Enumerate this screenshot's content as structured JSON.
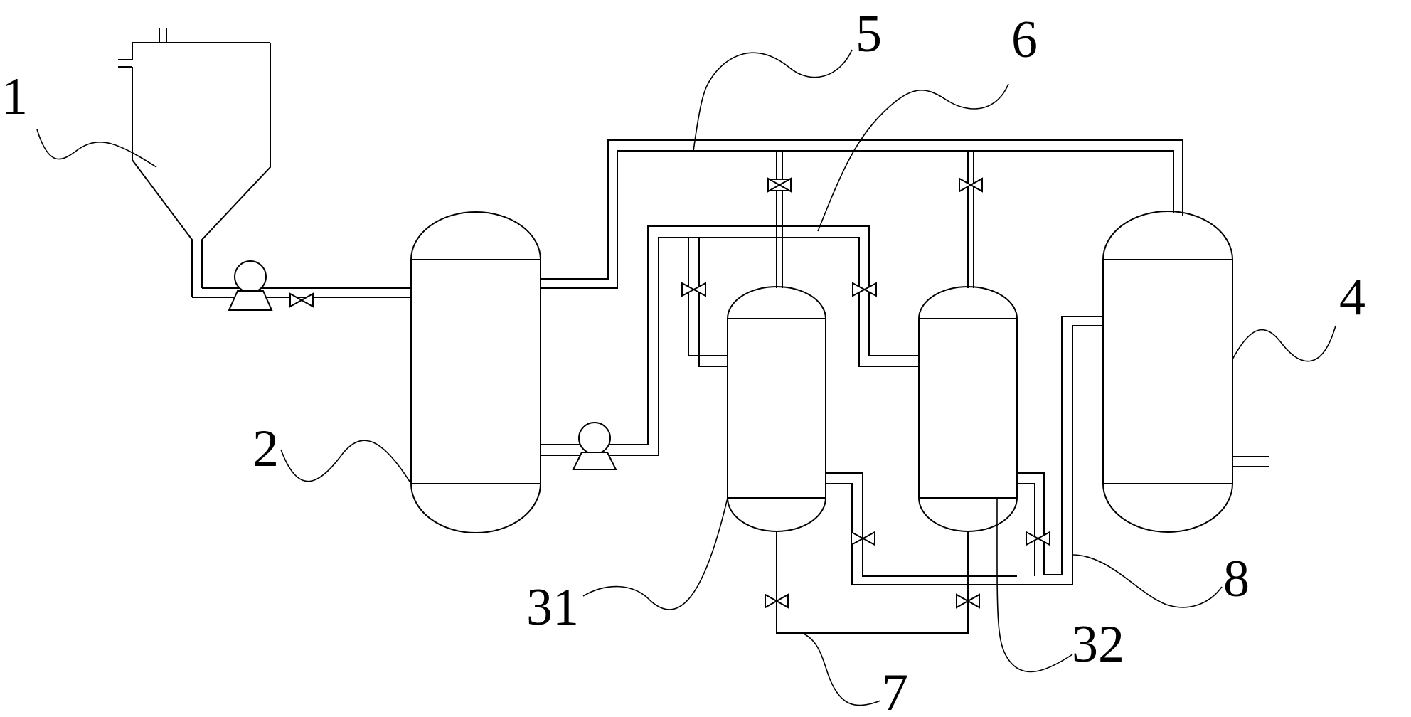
{
  "labels": {
    "l1": "1",
    "l2": "2",
    "l31": "31",
    "l32": "32",
    "l4": "4",
    "l5": "5",
    "l6": "6",
    "l7": "7",
    "l8": "8"
  },
  "colors": {
    "line": "#000000",
    "background": "#ffffff"
  }
}
